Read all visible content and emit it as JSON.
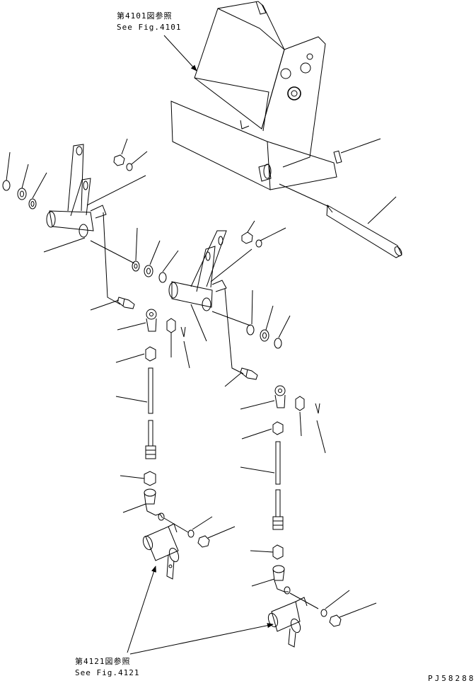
{
  "refs": {
    "top": {
      "jp": "第4101図参照",
      "en": "See Fig.4101"
    },
    "bottom": {
      "jp": "第4121図参照",
      "en": "See Fig.4121"
    }
  },
  "drawing_code": "PJ58288",
  "ink_color": "#000000",
  "background_color": "#ffffff"
}
